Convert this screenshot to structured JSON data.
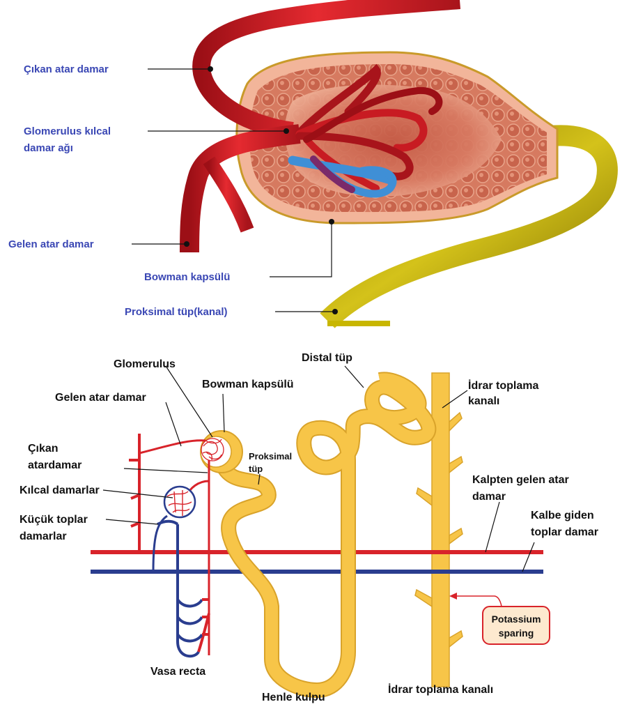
{
  "top_diagram": {
    "labels": {
      "efferent": "Çıkan atar damar",
      "glomerulus_line1": "Glomerulus kılcal",
      "glomerulus_line2": "damar ağı",
      "afferent": "Gelen atar damar",
      "bowman": "Bowman kapsülü",
      "proximal": "Proksimal tüp(kanal)"
    },
    "colors": {
      "artery": "#d8232a",
      "capsule": "#e8907a",
      "tubule": "#c8b600",
      "vein": "#3f8fd6",
      "label": "#3a47b4"
    }
  },
  "bottom_diagram": {
    "labels": {
      "glomerulus": "Glomerulus",
      "bowman": "Bowman kapsülü",
      "distal": "Distal tüp",
      "collecting_line1": "İdrar toplama",
      "collecting_line2": "kanalı",
      "afferent": "Gelen atar damar",
      "efferent_line1": "Çıkan",
      "efferent_line2": "atardamar",
      "proximal_line1": "Proksimal",
      "proximal_line2": "tüp",
      "capillaries": "Kılcal damarlar",
      "venules_line1": "Küçük toplar",
      "venules_line2": "damarlar",
      "artery_in_line1": "Kalpten gelen atar",
      "artery_in_line2": "damar",
      "vein_out_line1": "Kalbe giden",
      "vein_out_line2": "toplar damar",
      "vasa_recta": "Vasa recta",
      "henle": "Henle kulpu",
      "collecting_bottom": "İdrar toplama kanalı",
      "callout_line1": "Potassium",
      "callout_line2": "sparing"
    },
    "colors": {
      "artery": "#d8232a",
      "vein": "#2a3d8f",
      "tubule": "#f7c548",
      "tubule_edge": "#d9a32a",
      "callout_fill": "#fde9cf",
      "callout_border": "#d8232a"
    }
  }
}
